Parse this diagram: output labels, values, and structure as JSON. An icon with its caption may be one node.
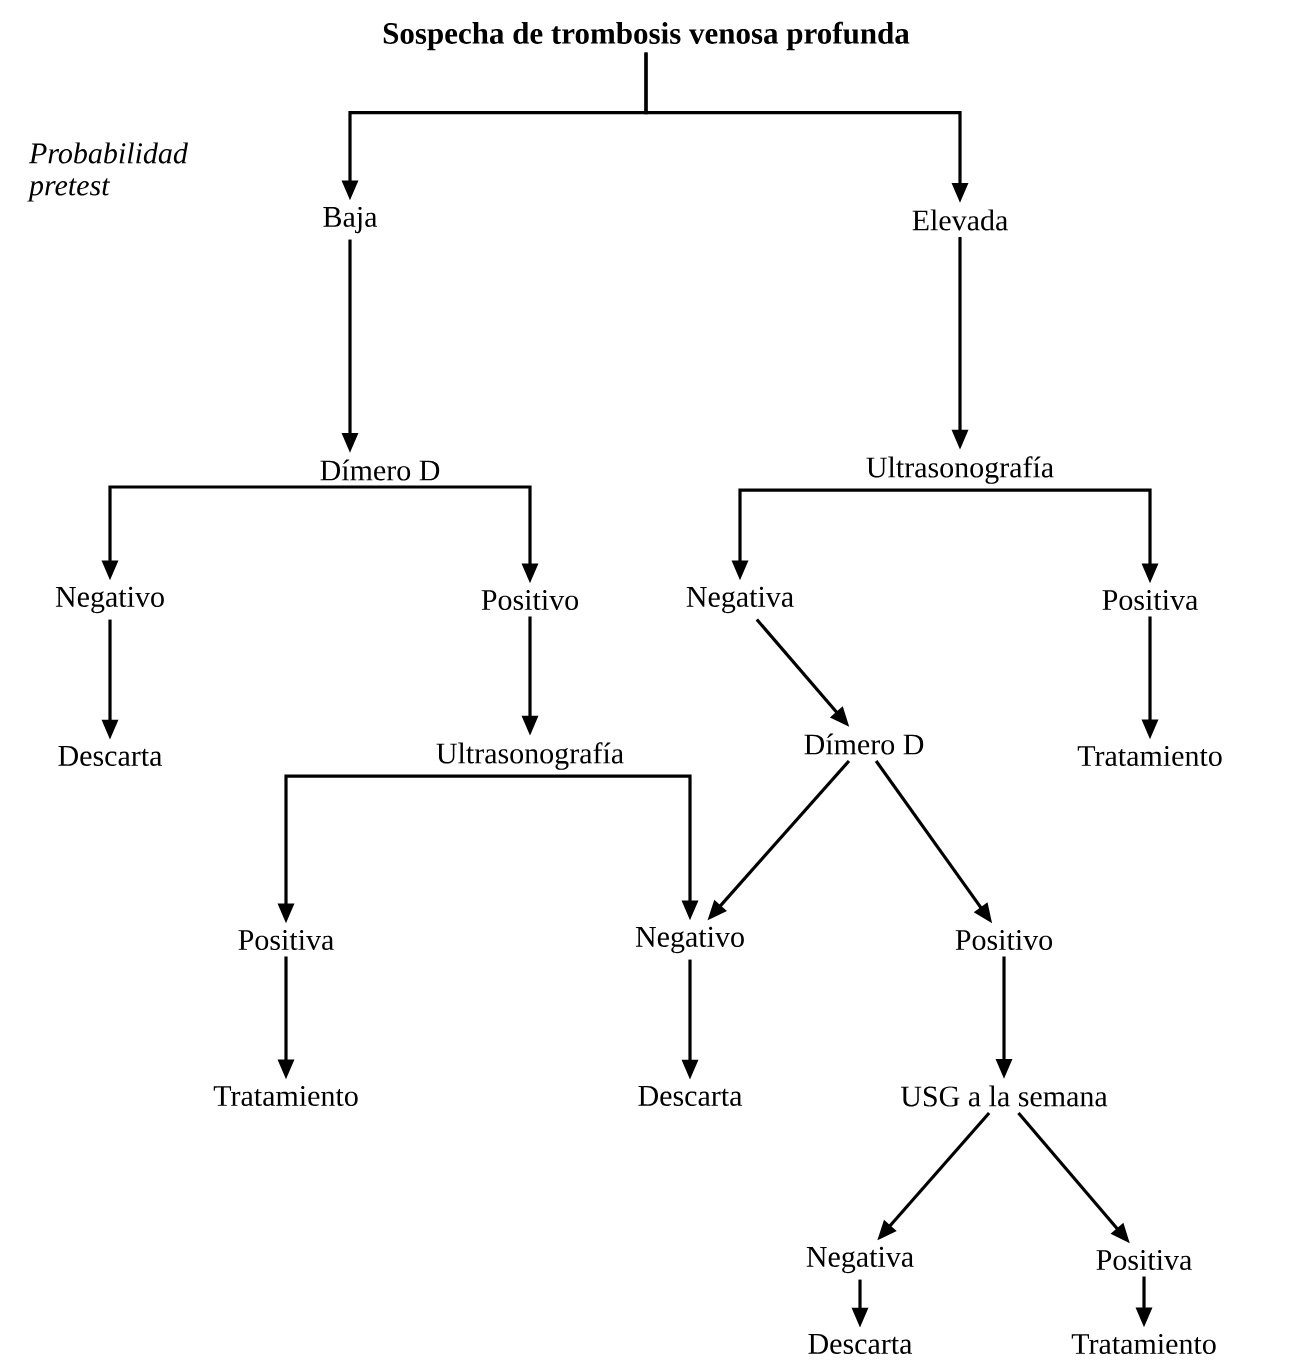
{
  "diagram": {
    "title": "Sospecha de trombosis venosa profunda",
    "nodes": [
      {
        "text": [
          "Baja"
        ]
      },
      {
        "text": [
          "Elevada"
        ]
      },
      {
        "text": [
          "Dímero D"
        ]
      },
      {
        "text": [
          "Ultrasonografía"
        ]
      },
      {
        "text": [
          "Negativo"
        ]
      },
      {
        "text": [
          "Positivo"
        ]
      },
      {
        "text": [
          "Negativa"
        ]
      },
      {
        "text": [
          "Positiva"
        ]
      },
      {
        "text": [
          "Descarta"
        ]
      },
      {
        "text": [
          "Ultrasonografía"
        ]
      },
      {
        "text": [
          "Dímero D"
        ]
      },
      {
        "text": [
          "Tratamiento"
        ]
      },
      {
        "text": [
          "Positiva"
        ]
      },
      {
        "text": [
          "Negativo"
        ]
      },
      {
        "text": [
          "Positivo"
        ]
      },
      {
        "text": [
          "Tratamiento"
        ]
      },
      {
        "text": [
          "Descarta"
        ]
      },
      {
        "text": [
          "USG a la semana"
        ]
      },
      {
        "text": [
          "Negativa"
        ]
      },
      {
        "text": [
          "Positiva"
        ]
      },
      {
        "text": [
          "Descarta"
        ]
      },
      {
        "text": [
          "Tratamiento"
        ]
      }
    ],
    "edges": [
      {
        "from": null,
        "to": 0,
        "arrow": "to"
      },
      {
        "from": null,
        "to": 1,
        "arrow": "to"
      },
      {
        "from": 0,
        "to": 2,
        "arrow": "to"
      },
      {
        "from": 1,
        "to": 3,
        "arrow": "to"
      },
      {
        "from": 2,
        "to": 4,
        "arrow": "to"
      },
      {
        "from": 2,
        "to": 5,
        "arrow": "to"
      },
      {
        "from": 3,
        "to": 6,
        "arrow": "to"
      },
      {
        "from": 3,
        "to": 7,
        "arrow": "to"
      },
      {
        "from": 4,
        "to": 8,
        "arrow": "to"
      },
      {
        "from": 5,
        "to": 9,
        "arrow": "to"
      },
      {
        "from": 6,
        "to": 10,
        "arrow": "to"
      },
      {
        "from": 7,
        "to": 11,
        "arrow": "to"
      },
      {
        "from": 9,
        "to": 12,
        "arrow": "to"
      },
      {
        "from": 9,
        "to": 13,
        "arrow": "to"
      },
      {
        "from": 10,
        "to": 13,
        "arrow": "to"
      },
      {
        "from": 10,
        "to": 14,
        "arrow": "to"
      },
      {
        "from": 12,
        "to": 15,
        "arrow": "to"
      },
      {
        "from": 13,
        "to": 16,
        "arrow": "to"
      },
      {
        "from": 14,
        "to": 17,
        "arrow": "to"
      },
      {
        "from": 17,
        "to": 18,
        "arrow": "to"
      },
      {
        "from": 17,
        "to": 19,
        "arrow": "to"
      },
      {
        "from": 18,
        "to": 20,
        "arrow": "to"
      },
      {
        "from": 19,
        "to": 21,
        "arrow": "to"
      }
    ],
    "labels": [
      "Probabilidad pretest"
    ]
  }
}
